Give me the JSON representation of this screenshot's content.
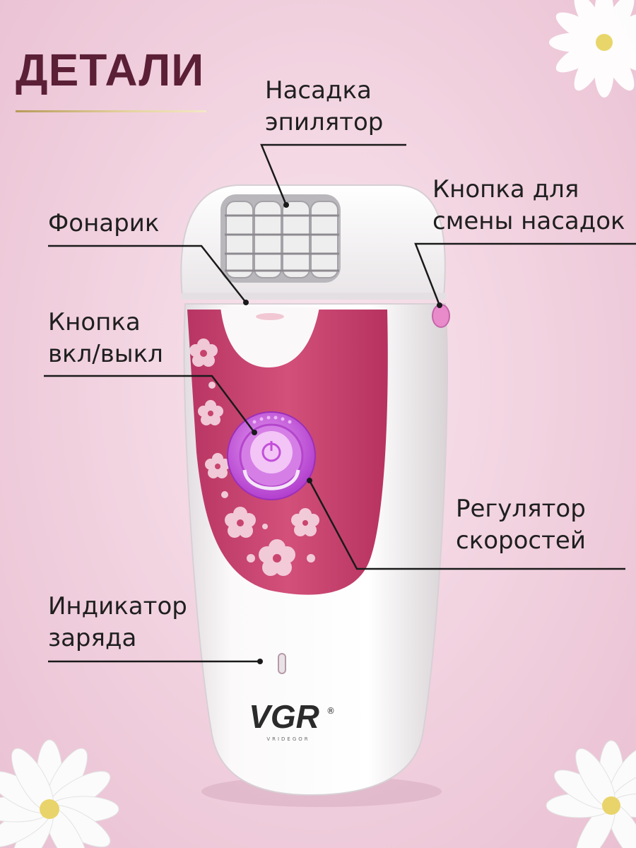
{
  "title": "ДЕТАЛИ",
  "brand": "VGR",
  "brand_mark": "®",
  "brand_sub": "VRIDEGOR",
  "callouts": {
    "nozzle": [
      "Насадка",
      "эпилятор"
    ],
    "flashlight": [
      "Фонарик"
    ],
    "switch_button": [
      "Кнопка для",
      "смены насадок"
    ],
    "power_button": [
      "Кнопка",
      "вкл/выкл"
    ],
    "speed_regulator": [
      "Регулятор",
      "скоростей"
    ],
    "charge_indicator": [
      "Индикатор",
      "заряда"
    ]
  },
  "colors": {
    "title": "#5b1f36",
    "body": "#f7f3f5",
    "panel": "#c9456f",
    "button_ring": "#c652dc",
    "switch_button": "#e98acb"
  }
}
